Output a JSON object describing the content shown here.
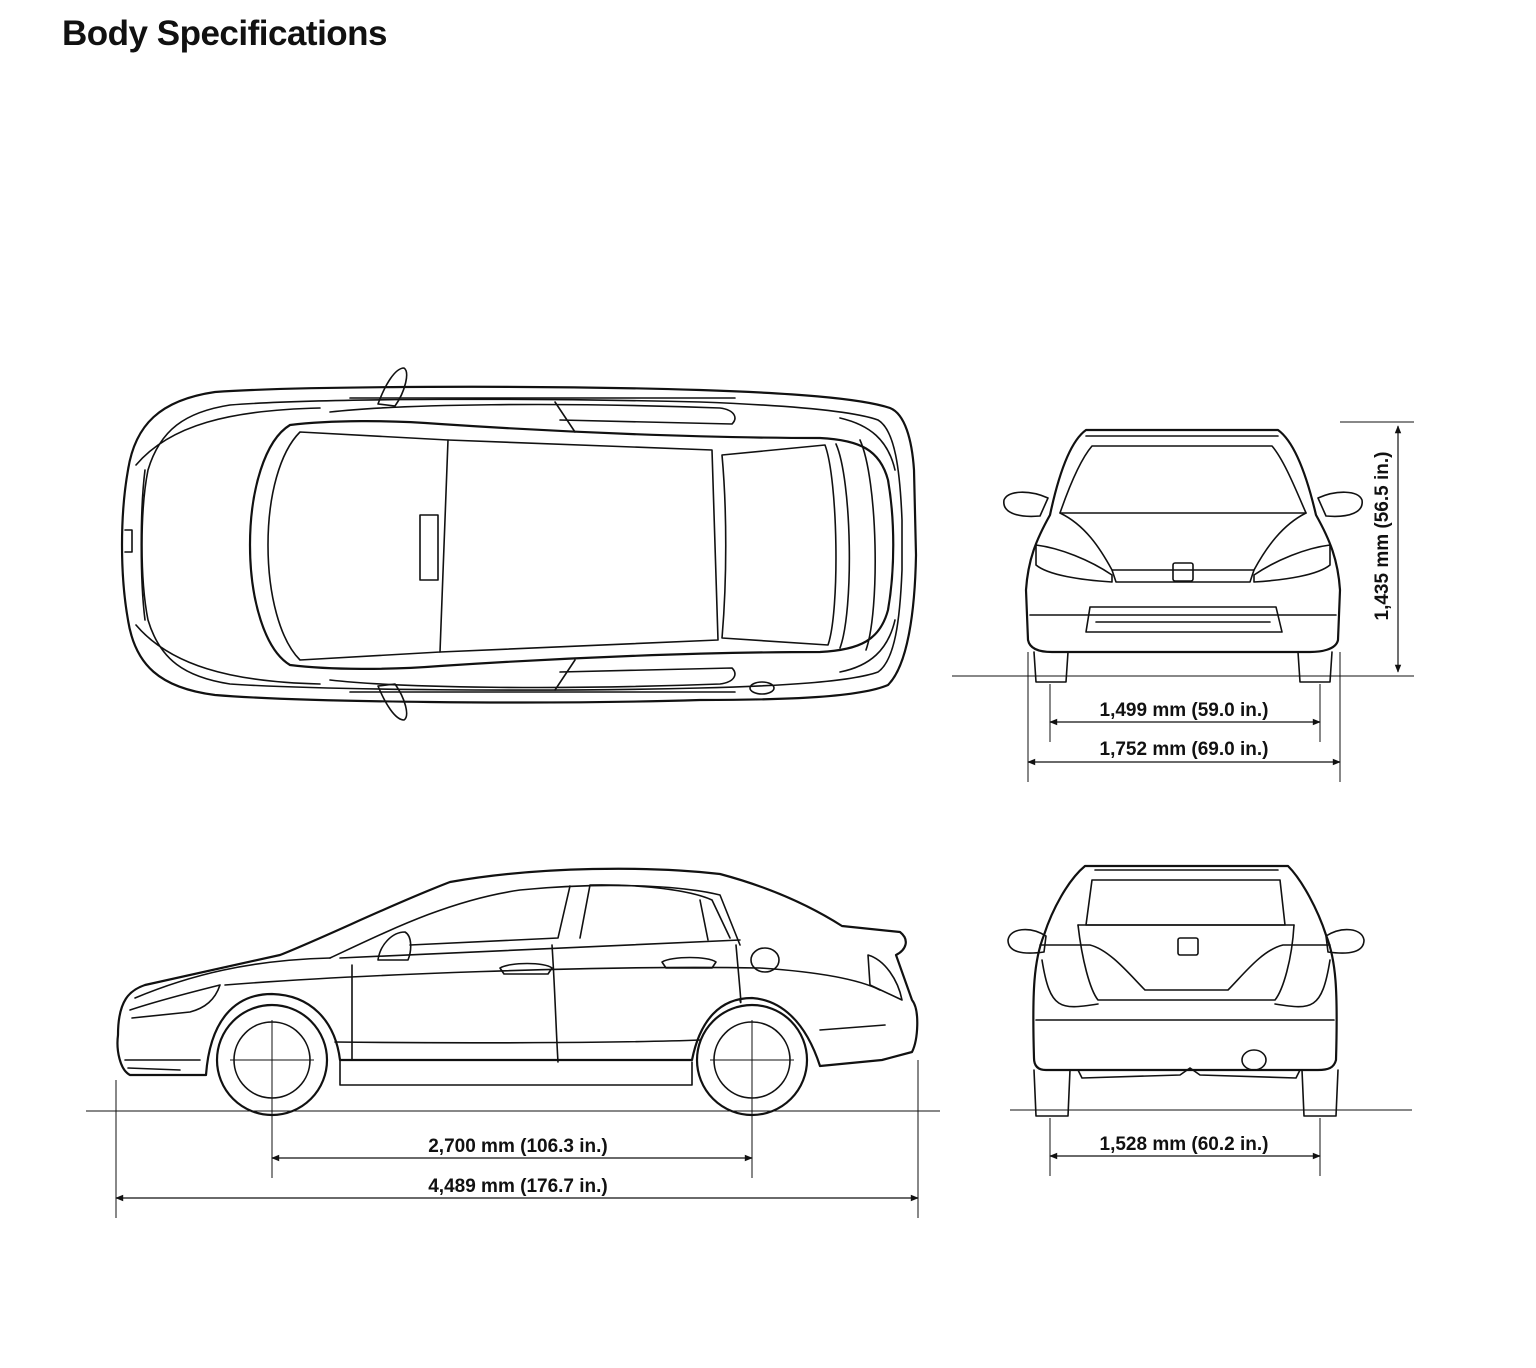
{
  "page": {
    "title": "Body Specifications"
  },
  "dimensions": {
    "height": "1,435 mm (56.5 in.)",
    "front_tread": "1,499 mm (59.0 in.)",
    "overall_width": "1,752 mm (69.0 in.)",
    "wheelbase": "2,700 mm (106.3 in.)",
    "overall_length": "4,489 mm (176.7 in.)",
    "rear_tread": "1,528 mm (60.2 in.)"
  }
}
